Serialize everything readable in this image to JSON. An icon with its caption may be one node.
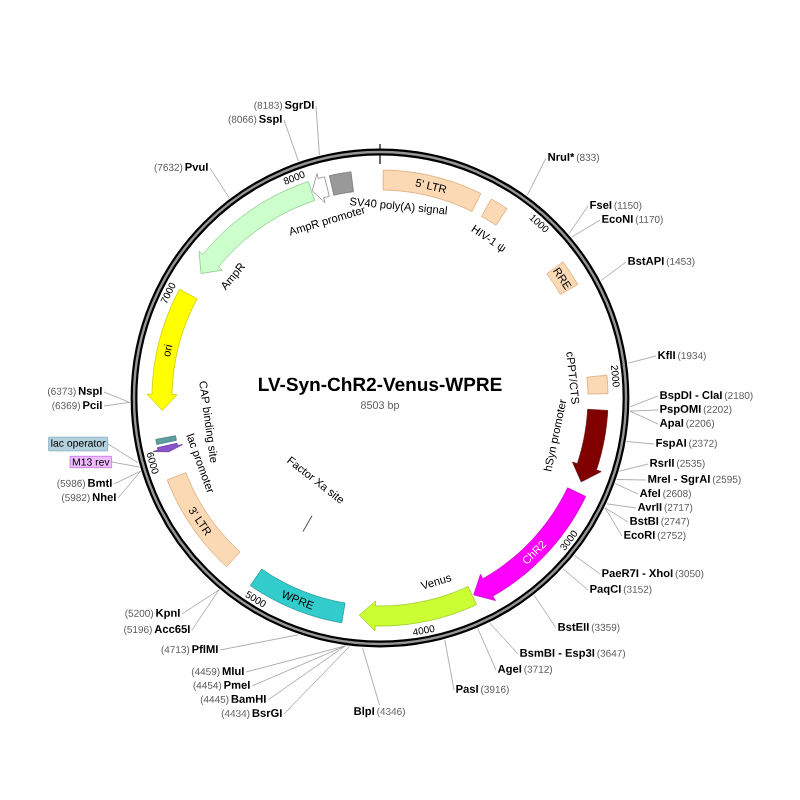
{
  "diagram": {
    "title": "LV-Syn-ChR2-Venus-WPRE",
    "nodes": [
      {
        "text": [],
        "shape": "circle"
      },
      {
        "text": [
          "5' LTR"
        ],
        "in": 0
      },
      {
        "text": [],
        "shape": "box",
        "beside": [
          "HIV-1 ψ"
        ],
        "in": 0
      },
      {
        "text": [
          "RRE"
        ],
        "in": 0
      },
      {
        "text": [],
        "shape": "box",
        "beside": [
          "cPPT/CTS"
        ],
        "in": 0
      },
      {
        "text": [],
        "shape": "arrow",
        "beside": [
          "hSyn promoter"
        ],
        "in": 0
      },
      {
        "text": [
          "ChR2"
        ],
        "in": 0
      },
      {
        "text": [],
        "shape": "arrow",
        "beside": [
          "Venus"
        ],
        "in": 0
      },
      {
        "text": [
          "WPRE"
        ],
        "in": 0
      },
      {
        "text": [
          "Factor Xa site"
        ],
        "in": 0
      },
      {
        "text": [
          "3' LTR"
        ],
        "in": 0
      },
      {
        "text": [],
        "shape": "arrow",
        "beside": [
          "lac promoter"
        ],
        "in": 0
      },
      {
        "text": [],
        "shape": "box",
        "in": 0
      },
      {
        "text": [
          "ori"
        ],
        "in": 0
      },
      {
        "text": [],
        "shape": "arrow",
        "beside": [
          "AmpR"
        ],
        "in": 0
      },
      {
        "text": [],
        "shape": "arrow",
        "beside": [
          "AmpR promoter"
        ],
        "in": 0
      },
      {
        "text": [],
        "shape": "box",
        "beside": [
          "SV40 poly(A) signal"
        ],
        "in": 0
      },
      {
        "text": [
          "NruI*",
          "(833)"
        ]
      },
      {
        "text": [
          "FseI",
          "(1150)"
        ]
      },
      {
        "text": [
          "EcoNI",
          "(1170)"
        ]
      },
      {
        "text": [
          "BstAPI",
          "(1453)"
        ]
      },
      {
        "text": [
          "KflI",
          "(1934)"
        ]
      },
      {
        "text": [
          "BspDI - ClaI",
          "(2180)"
        ]
      },
      {
        "text": [
          "PspOMI",
          "(2202)"
        ]
      },
      {
        "text": [
          "ApaI",
          "(2206)"
        ]
      },
      {
        "text": [
          "FspAI",
          "(2372)"
        ]
      },
      {
        "text": [
          "RsrII",
          "(2535)"
        ]
      },
      {
        "text": [
          "MreI - SgrAI",
          "(2595)"
        ]
      },
      {
        "text": [
          "AfeI",
          "(2608)"
        ]
      },
      {
        "text": [
          "AvrII",
          "(2717)"
        ]
      },
      {
        "text": [
          "BstBI",
          "(2747)"
        ]
      },
      {
        "text": [
          "EcoRI",
          "(2752)"
        ]
      },
      {
        "text": [
          "PaeR7I - XhoI",
          "(3050)"
        ]
      },
      {
        "text": [
          "PaqCI",
          "(3152)"
        ]
      },
      {
        "text": [
          "BstEII",
          "(3359)"
        ]
      },
      {
        "text": [
          "BsmBI - Esp3I",
          "(3647)"
        ]
      },
      {
        "text": [
          "AgeI",
          "(3712)"
        ]
      },
      {
        "text": [
          "PasI",
          "(3916)"
        ]
      },
      {
        "text": [
          "BlpI",
          "(4346)"
        ]
      },
      {
        "text": [
          "(4434)",
          "BsrGI"
        ]
      },
      {
        "text": [
          "(4445)",
          "BamHI"
        ]
      },
      {
        "text": [
          "(4454)",
          "PmeI"
        ]
      },
      {
        "text": [
          "(4459)",
          "MluI"
        ]
      },
      {
        "text": [
          "(4713)",
          "PflMI"
        ]
      },
      {
        "text": [
          "(5196)",
          "Acc65I"
        ]
      },
      {
        "text": [
          "(5200)",
          "KpnI"
        ]
      },
      {
        "text": [
          "(5982)",
          "NheI"
        ]
      },
      {
        "text": [
          "(5986)",
          "BmtI"
        ]
      },
      {
        "text": [
          "M13 rev"
        ]
      },
      {
        "text": [
          "lac operator"
        ]
      },
      {
        "text": [
          "(6369)",
          "PciI"
        ]
      },
      {
        "text": [
          "(6373)",
          "NspI"
        ]
      },
      {
        "text": [
          "(7632)",
          "PvuI"
        ]
      },
      {
        "text": [
          "(8066)",
          "SspI"
        ]
      },
      {
        "text": [
          "(8183)",
          "SgrDI"
        ]
      }
    ],
    "edges": [
      {
        "from": 17,
        "to": 0,
        "arrow": "none"
      },
      {
        "from": 18,
        "to": 0,
        "arrow": "none"
      },
      {
        "from": 19,
        "to": 0,
        "arrow": "none"
      },
      {
        "from": 20,
        "to": 0,
        "arrow": "none"
      },
      {
        "from": 21,
        "to": 0,
        "arrow": "none"
      },
      {
        "from": 22,
        "to": 0,
        "arrow": "none"
      },
      {
        "from": 23,
        "to": 0,
        "arrow": "none"
      },
      {
        "from": 24,
        "to": 0,
        "arrow": "none"
      },
      {
        "from": 25,
        "to": 0,
        "arrow": "none"
      },
      {
        "from": 26,
        "to": 0,
        "arrow": "none"
      },
      {
        "from": 27,
        "to": 0,
        "arrow": "none"
      },
      {
        "from": 28,
        "to": 0,
        "arrow": "none"
      },
      {
        "from": 29,
        "to": 0,
        "arrow": "none"
      },
      {
        "from": 30,
        "to": 0,
        "arrow": "none"
      },
      {
        "from": 31,
        "to": 0,
        "arrow": "none"
      },
      {
        "from": 32,
        "to": 0,
        "arrow": "none"
      },
      {
        "from": 33,
        "to": 0,
        "arrow": "none"
      },
      {
        "from": 34,
        "to": 0,
        "arrow": "none"
      },
      {
        "from": 35,
        "to": 0,
        "arrow": "none"
      },
      {
        "from": 36,
        "to": 0,
        "arrow": "none"
      },
      {
        "from": 37,
        "to": 0,
        "arrow": "none"
      },
      {
        "from": 38,
        "to": 0,
        "arrow": "none"
      },
      {
        "from": 39,
        "to": 0,
        "arrow": "none"
      },
      {
        "from": 40,
        "to": 0,
        "arrow": "none"
      },
      {
        "from": 41,
        "to": 0,
        "arrow": "none"
      },
      {
        "from": 42,
        "to": 0,
        "arrow": "none"
      },
      {
        "from": 43,
        "to": 0,
        "arrow": "none"
      },
      {
        "from": 44,
        "to": 0,
        "arrow": "none"
      },
      {
        "from": 45,
        "to": 0,
        "arrow": "none"
      },
      {
        "from": 46,
        "to": 0,
        "arrow": "none"
      },
      {
        "from": 47,
        "to": 0,
        "arrow": "none"
      },
      {
        "from": 48,
        "to": 0,
        "arrow": "none"
      },
      {
        "from": 49,
        "to": 0,
        "arrow": "none"
      },
      {
        "from": 50,
        "to": 0,
        "arrow": "none"
      },
      {
        "from": 51,
        "to": 0,
        "arrow": "none"
      },
      {
        "from": 52,
        "to": 0,
        "arrow": "none"
      },
      {
        "from": 53,
        "to": 0,
        "arrow": "none"
      },
      {
        "from": 54,
        "to": 0,
        "arrow": "none"
      }
    ],
    "labels": [
      "8503 bp",
      "1000",
      "2000",
      "3000",
      "4000",
      "5000",
      "6000",
      "7000",
      "8000",
      "CAP binding site"
    ]
  }
}
